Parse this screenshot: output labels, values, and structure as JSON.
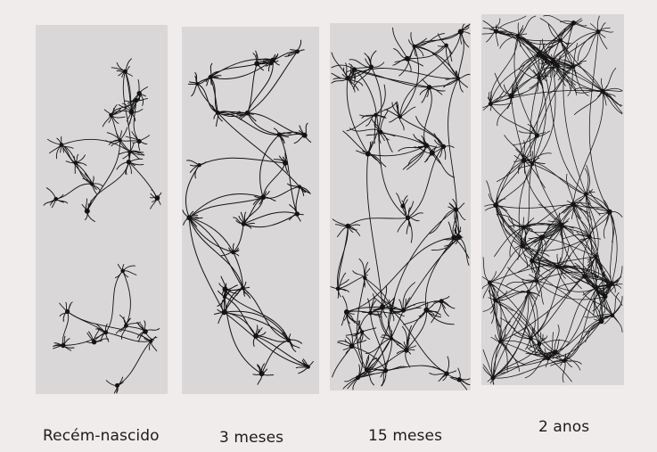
{
  "figure": {
    "panels": [
      {
        "label": "Recém-nascido",
        "density": "sparse"
      },
      {
        "label": "3 meses",
        "density": "moderate"
      },
      {
        "label": "15 meses",
        "density": "dense"
      },
      {
        "label": "2 anos",
        "density": "very-dense"
      }
    ],
    "colors": {
      "page_background": "#efeceb",
      "panel_background": "#d9d7d7",
      "neuron_ink": "#141414"
    }
  }
}
